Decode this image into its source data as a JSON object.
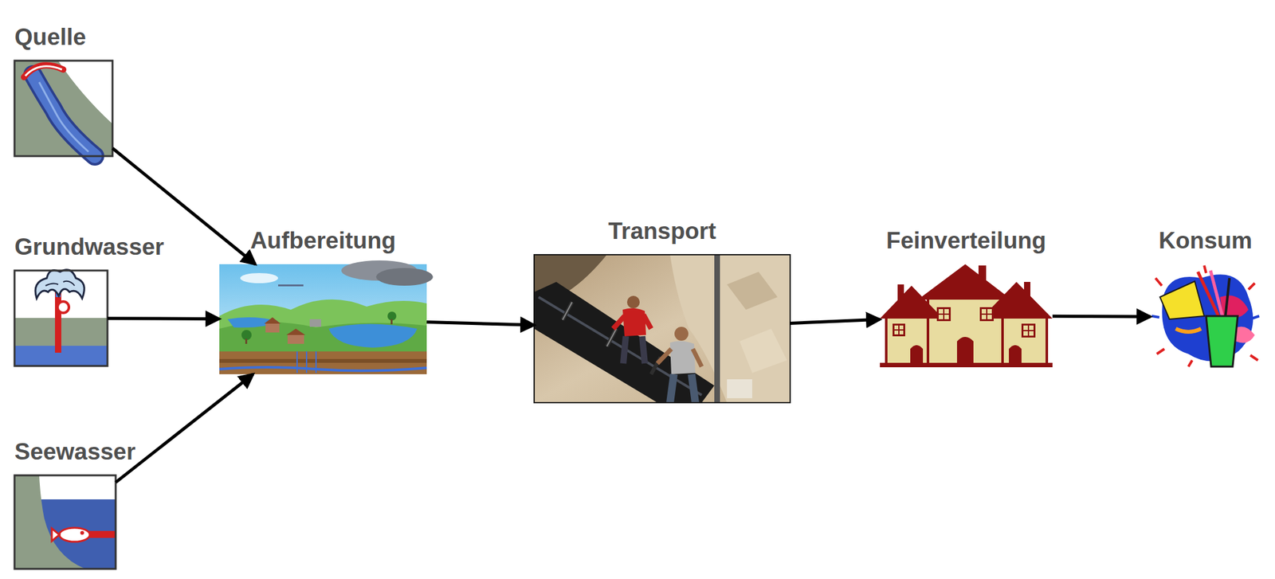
{
  "diagram": {
    "nodes": [
      {
        "text": [
          "Quelle"
        ]
      },
      {
        "text": [
          "Grundwasser"
        ]
      },
      {
        "text": [
          "Aufbereitung"
        ]
      },
      {
        "text": [
          "Transport"
        ]
      },
      {
        "text": [
          "Feinverteilung"
        ]
      },
      {
        "text": [
          "Konsum"
        ]
      },
      {
        "text": [
          "Seewasser"
        ]
      }
    ],
    "edges": [
      {
        "from": 0,
        "to": 2,
        "arrow": "to"
      },
      {
        "from": 1,
        "to": 2,
        "arrow": "to"
      },
      {
        "from": 6,
        "to": 2,
        "arrow": "to"
      },
      {
        "from": 2,
        "to": 3,
        "arrow": "to"
      },
      {
        "from": 3,
        "to": 4,
        "arrow": "to"
      },
      {
        "from": 4,
        "to": 5,
        "arrow": "to"
      }
    ]
  }
}
